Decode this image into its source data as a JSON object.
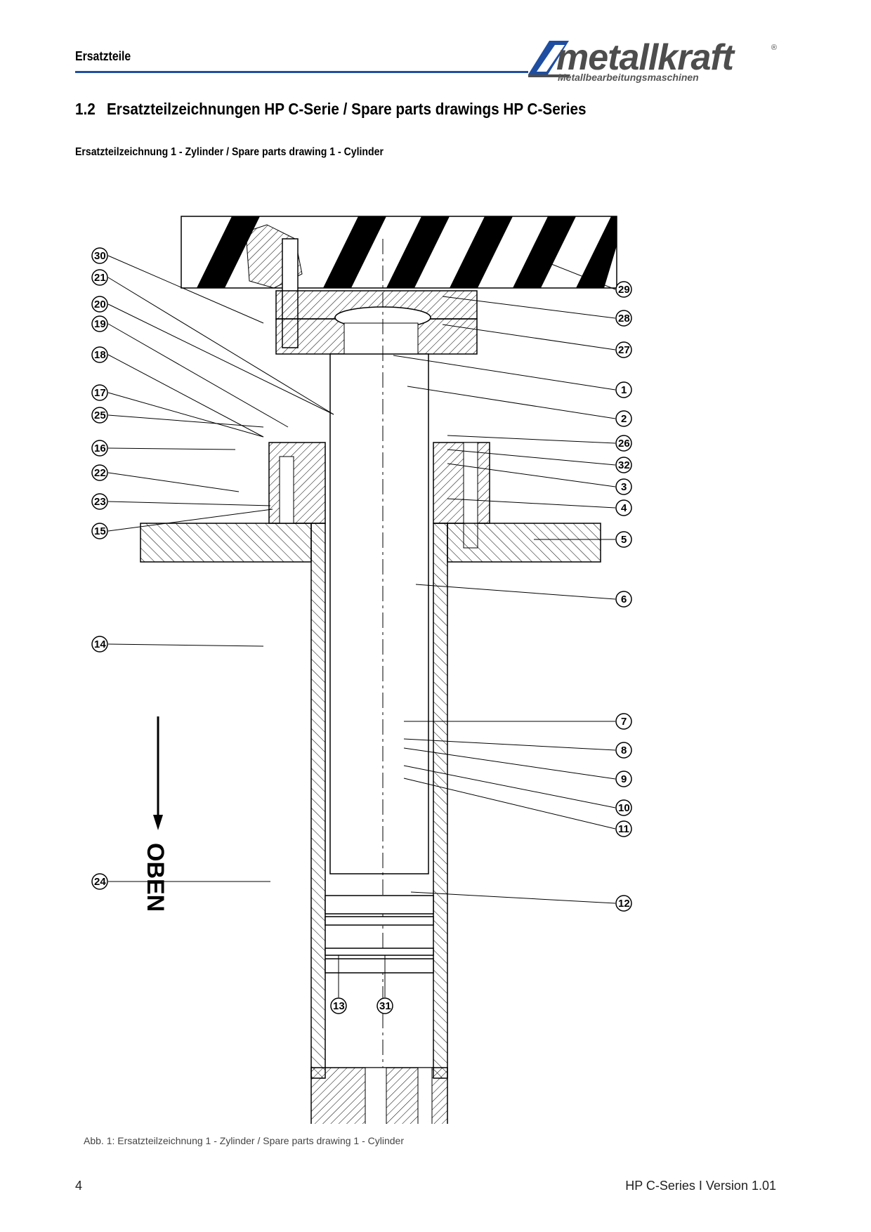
{
  "header": {
    "section_label": "Ersatzteile",
    "logo_text": "metallkraft",
    "logo_registered": "®",
    "logo_subtitle": "Metallbearbeitungsmaschinen",
    "accent_color": "#1f4ea1"
  },
  "section": {
    "number": "1.2",
    "title": "Ersatzteilzeichnungen HP C-Serie / Spare parts drawings HP C-Series"
  },
  "subtitle": "Ersatzteilzeichnung 1 - Zylinder / Spare parts drawing 1 - Cylinder",
  "drawing": {
    "direction_label": "OBEN",
    "left_callouts": [
      "30",
      "21",
      "20",
      "19",
      "18",
      "17",
      "25",
      "16",
      "22",
      "23",
      "15",
      "14",
      "24"
    ],
    "right_callouts": [
      "29",
      "28",
      "27",
      "1",
      "2",
      "26",
      "32",
      "3",
      "4",
      "5",
      "6",
      "7",
      "8",
      "9",
      "10",
      "11",
      "12"
    ],
    "bottom_callouts": [
      "13",
      "31"
    ]
  },
  "caption": "Abb. 1: Ersatzteilzeichnung 1 - Zylinder / Spare parts drawing 1 - Cylinder",
  "footer": {
    "page_number": "4",
    "document": "HP C-Series I Version 1.01"
  }
}
